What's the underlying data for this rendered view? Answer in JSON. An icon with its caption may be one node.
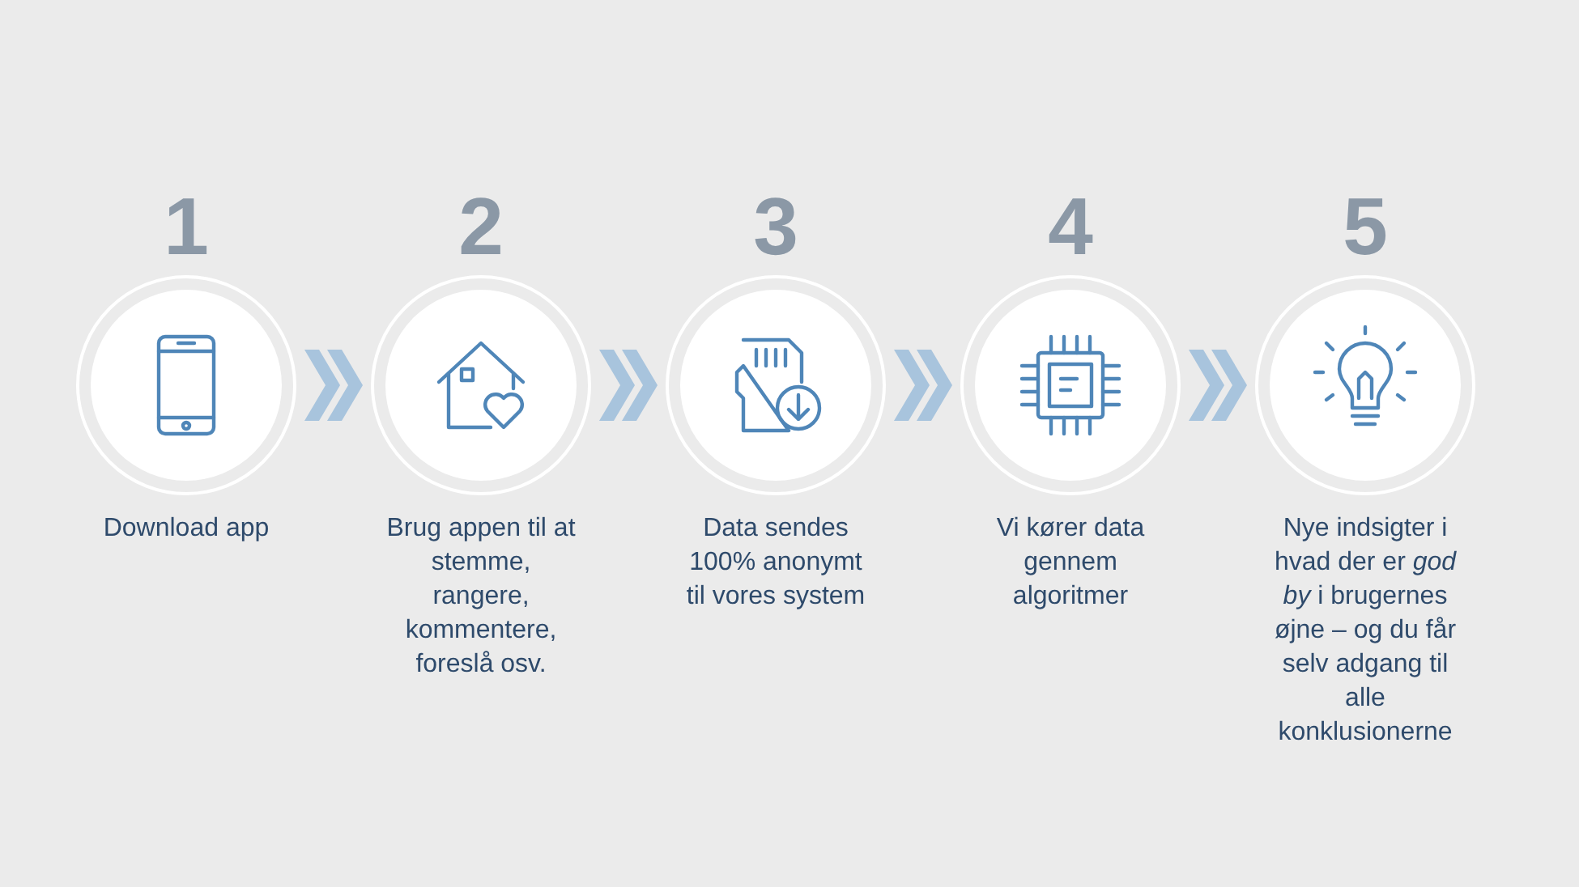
{
  "diagram": {
    "nodes": [
      {
        "text": [
          "1",
          "Download app"
        ]
      },
      {
        "text": [
          "2",
          "Brug appen til at stemme, rangere, kommentere, foreslå osv."
        ]
      },
      {
        "text": [
          "3",
          "Data sendes 100% anonymt til vores system"
        ]
      },
      {
        "text": [
          "4",
          "Vi kører data gennem algoritmer"
        ]
      },
      {
        "text": [
          "5",
          "Nye indsigter i hvad der er *god by* i brugernes øjne – og du får selv adgang til alle konklusionerne"
        ]
      }
    ],
    "edges": [
      {
        "from": 0,
        "to": 1,
        "arrow": "to"
      },
      {
        "from": 1,
        "to": 2,
        "arrow": "to"
      },
      {
        "from": 2,
        "to": 3,
        "arrow": "to"
      },
      {
        "from": 3,
        "to": 4,
        "arrow": "to"
      }
    ]
  }
}
